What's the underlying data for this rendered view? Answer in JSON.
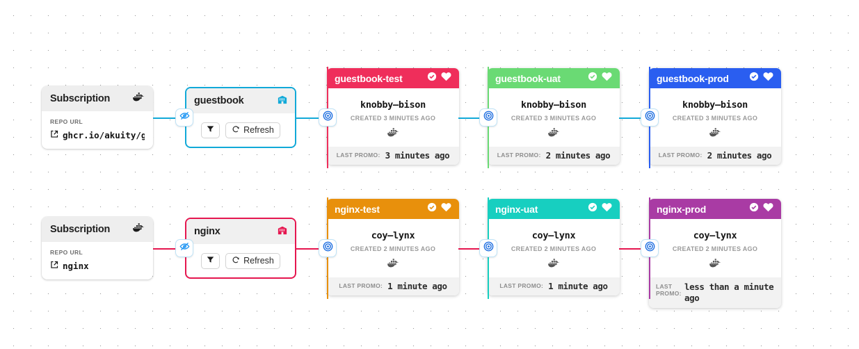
{
  "canvas": {
    "background": "#ffffff",
    "dot_color": "#9a9a9a"
  },
  "colors": {
    "guestbook_warehouse": "#11a9d8",
    "nginx_warehouse": "#e5164f",
    "guestbook_test": "#ef2e5b",
    "guestbook_uat": "#6ada74",
    "guestbook_prod": "#2a5ef0",
    "nginx_test": "#e8900c",
    "nginx_uat": "#17cfc0",
    "nginx_prod": "#a93ba4",
    "badge_icon": "#1f6fe0",
    "hidden_icon": "#2196f3"
  },
  "subscriptions": [
    {
      "title": "Subscription",
      "icon": "docker-icon",
      "repo_url_label": "REPO URL",
      "repo_url": "ghcr.io/akuity/g…",
      "link_icon": "external-link-icon"
    },
    {
      "title": "Subscription",
      "icon": "docker-icon",
      "repo_url_label": "REPO URL",
      "repo_url": "nginx",
      "link_icon": "external-link-icon"
    }
  ],
  "warehouses": [
    {
      "name": "guestbook",
      "icon": "warehouse-icon",
      "accent": "#11a9d8",
      "filter_icon": "filter-icon",
      "refresh_label": "Refresh",
      "refresh_icon": "refresh-icon",
      "hidden_icon": "eye-off-icon"
    },
    {
      "name": "nginx",
      "icon": "warehouse-icon",
      "accent": "#e5164f",
      "filter_icon": "filter-icon",
      "refresh_label": "Refresh",
      "refresh_icon": "refresh-icon",
      "hidden_icon": "eye-off-icon"
    }
  ],
  "stages": [
    {
      "name": "guestbook-test",
      "color": "#ef2e5b",
      "freight": "knobby–bison",
      "created": "CREATED 3 MINUTES AGO",
      "artifact_icon": "docker-icon",
      "promo_label": "LAST PROMO:",
      "promo_value": "3 minutes ago",
      "verified_icon": "check-circle-icon",
      "health_icon": "heart-icon"
    },
    {
      "name": "guestbook-uat",
      "color": "#6ada74",
      "freight": "knobby–bison",
      "created": "CREATED 3 MINUTES AGO",
      "artifact_icon": "docker-icon",
      "promo_label": "LAST PROMO:",
      "promo_value": "2 minutes ago",
      "verified_icon": "check-circle-icon",
      "health_icon": "heart-icon"
    },
    {
      "name": "guestbook-prod",
      "color": "#2a5ef0",
      "freight": "knobby–bison",
      "created": "CREATED 3 MINUTES AGO",
      "artifact_icon": "docker-icon",
      "promo_label": "LAST PROMO:",
      "promo_value": "2 minutes ago",
      "verified_icon": "check-circle-icon",
      "health_icon": "heart-icon"
    },
    {
      "name": "nginx-test",
      "color": "#e8900c",
      "freight": "coy–lynx",
      "created": "CREATED 2 MINUTES AGO",
      "artifact_icon": "docker-icon",
      "promo_label": "LAST PROMO:",
      "promo_value": "1 minute ago",
      "verified_icon": "check-circle-icon",
      "health_icon": "heart-icon"
    },
    {
      "name": "nginx-uat",
      "color": "#17cfc0",
      "freight": "coy–lynx",
      "created": "CREATED 2 MINUTES AGO",
      "artifact_icon": "docker-icon",
      "promo_label": "LAST PROMO:",
      "promo_value": "1 minute ago",
      "verified_icon": "check-circle-icon",
      "health_icon": "heart-icon"
    },
    {
      "name": "nginx-prod",
      "color": "#a93ba4",
      "freight": "coy–lynx",
      "created": "CREATED 2 MINUTES AGO",
      "artifact_icon": "docker-icon",
      "promo_label": "LAST PROMO:",
      "promo_value": "less than a minute ago",
      "verified_icon": "check-circle-icon",
      "health_icon": "heart-icon",
      "footer_wrapped": true
    }
  ],
  "promotion_badges": [
    {
      "icon": "promotion-target-icon"
    },
    {
      "icon": "promotion-target-icon"
    },
    {
      "icon": "promotion-target-icon"
    },
    {
      "icon": "promotion-target-icon"
    },
    {
      "icon": "promotion-target-icon"
    },
    {
      "icon": "promotion-target-icon"
    }
  ]
}
